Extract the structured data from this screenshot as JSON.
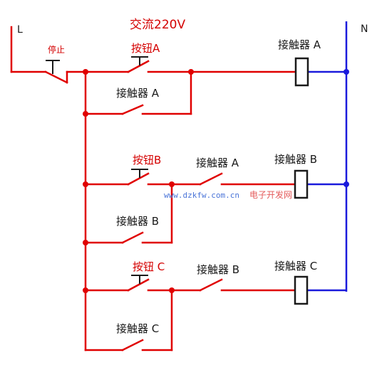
{
  "diagram": {
    "title": "交流220V",
    "line_label": "L",
    "neutral_label": "N",
    "stop_label": "停止",
    "rung_a": {
      "button_label": "按钮A",
      "hold_contact_label": "接触器 A",
      "coil_label": "接触器 A"
    },
    "rung_b": {
      "button_label": "按钮B",
      "interlock_label": "接触器 A",
      "hold_contact_label": "接触器 B",
      "coil_label": "接触器 B"
    },
    "rung_c": {
      "button_label": "按钮 C",
      "interlock_label": "接触器 B",
      "hold_contact_label": "接触器 C",
      "coil_label": "接触器 C"
    },
    "watermark_url": "www.dzkfw.com.cn",
    "watermark_name": "电子开发网"
  },
  "colors": {
    "wire": "#e00000",
    "neutral_wire": "#1a1adc",
    "label": "#d40000",
    "text": "#1a1a1a",
    "watermark_url": "#4a74d8",
    "watermark_name": "#e45a5a"
  }
}
